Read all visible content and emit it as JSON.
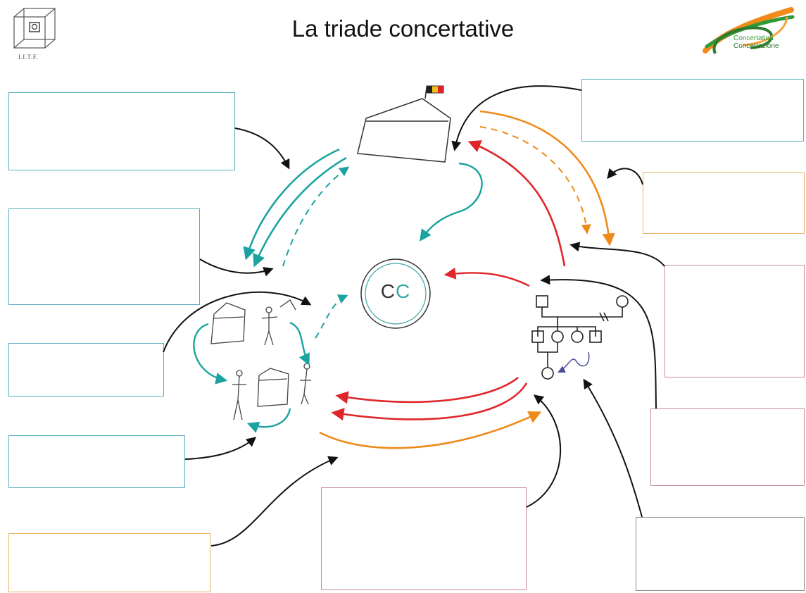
{
  "title": "La triade concertative",
  "left_logo": {
    "icon": "cube-logo-icon",
    "caption": "I.I.T.F."
  },
  "right_logo": {
    "icon": "concertation-swirl-logo-icon",
    "line1": "Concertation",
    "line2": "Concertazione"
  },
  "center": {
    "letter1": "C",
    "letter2": "C"
  },
  "colors": {
    "teal": "#1aa3a0",
    "red": "#e0262b",
    "orange": "#ef8a1a",
    "black": "#111111",
    "teal_box": "#5aaec0",
    "orange_box": "#e9b26a",
    "red_box": "#c98a96"
  }
}
